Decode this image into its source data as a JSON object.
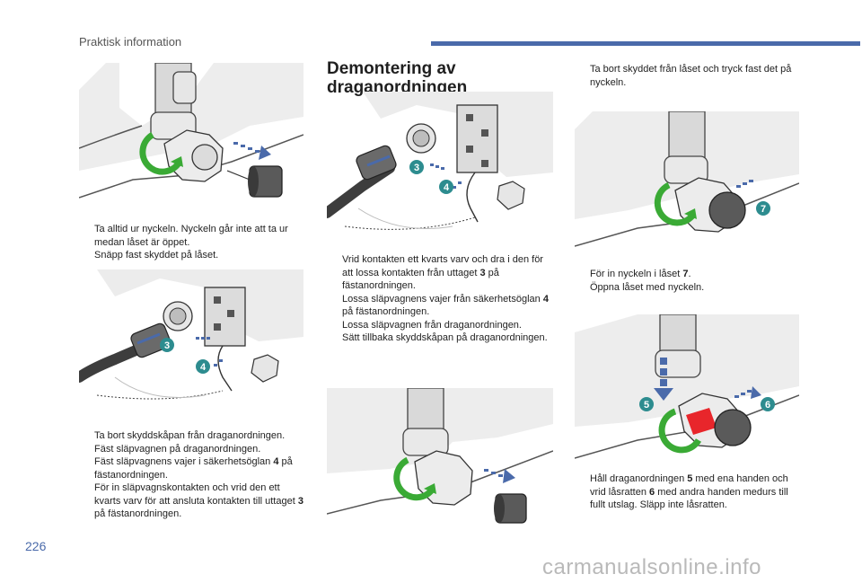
{
  "header": {
    "section_label": "Praktisk information"
  },
  "page_number": "226",
  "watermark": "carmanualsonline.info",
  "bullet_symbol": "",
  "colors": {
    "accent": "#4a6aaa",
    "arrow_green": "#3aaa35",
    "badge_teal": "#2d8c8f",
    "lock_red": "#e8262b"
  },
  "col1": {
    "steps_a": [
      {
        "text": "Ta alltid ur nyckeln. Nyckeln går inte att ta ur medan låset är öppet."
      },
      {
        "text": "Snäpp fast skyddet på låset."
      }
    ],
    "steps_b": [
      {
        "text": "Ta bort skyddskåpan från draganordningen."
      },
      {
        "text": "Fäst släpvagnen på draganordningen."
      },
      {
        "pre": "Fäst släpvagnens vajer i säkerhetsöglan ",
        "num": "4",
        "post": " på fästanordningen."
      },
      {
        "pre": "För in släpvagnskontakten och vrid den ett kvarts varv för att ansluta kontakten till uttaget ",
        "num": "3",
        "post": " på fästanordningen."
      }
    ],
    "figure_b_labels": [
      "3",
      "4"
    ]
  },
  "col2": {
    "title_line1": "Demontering av",
    "title_line2": "draganordningen",
    "steps": [
      {
        "pre": "Vrid kontakten ett kvarts varv och dra i den för att lossa kontakten från uttaget ",
        "num": "3",
        "post": " på fästanordningen."
      },
      {
        "pre": "Lossa släpvagnens vajer från säkerhetsöglan ",
        "num": "4",
        "post": " på fästanordningen."
      },
      {
        "text": "Lossa släpvagnen från draganordningen."
      },
      {
        "text": "Sätt tillbaka skyddskåpan på draganordningen."
      }
    ],
    "figure_a_labels": [
      "3",
      "4"
    ]
  },
  "col3": {
    "steps_a": [
      {
        "text": "Ta bort skyddet från låset och tryck fast det på nyckeln."
      }
    ],
    "figure_a_labels": [
      "7"
    ],
    "steps_b": [
      {
        "pre": "För in nyckeln i låset ",
        "num": "7",
        "post": "."
      },
      {
        "text": "Öppna låset med nyckeln."
      }
    ],
    "figure_b_labels": [
      "5",
      "6"
    ],
    "steps_c": [
      {
        "pre": "Håll draganordningen ",
        "num": "5",
        "post": " med ena handen och vrid låsratten ",
        "num2": "6",
        "post2": " med andra handen medurs till fullt utslag. Släpp inte låsratten."
      }
    ]
  }
}
